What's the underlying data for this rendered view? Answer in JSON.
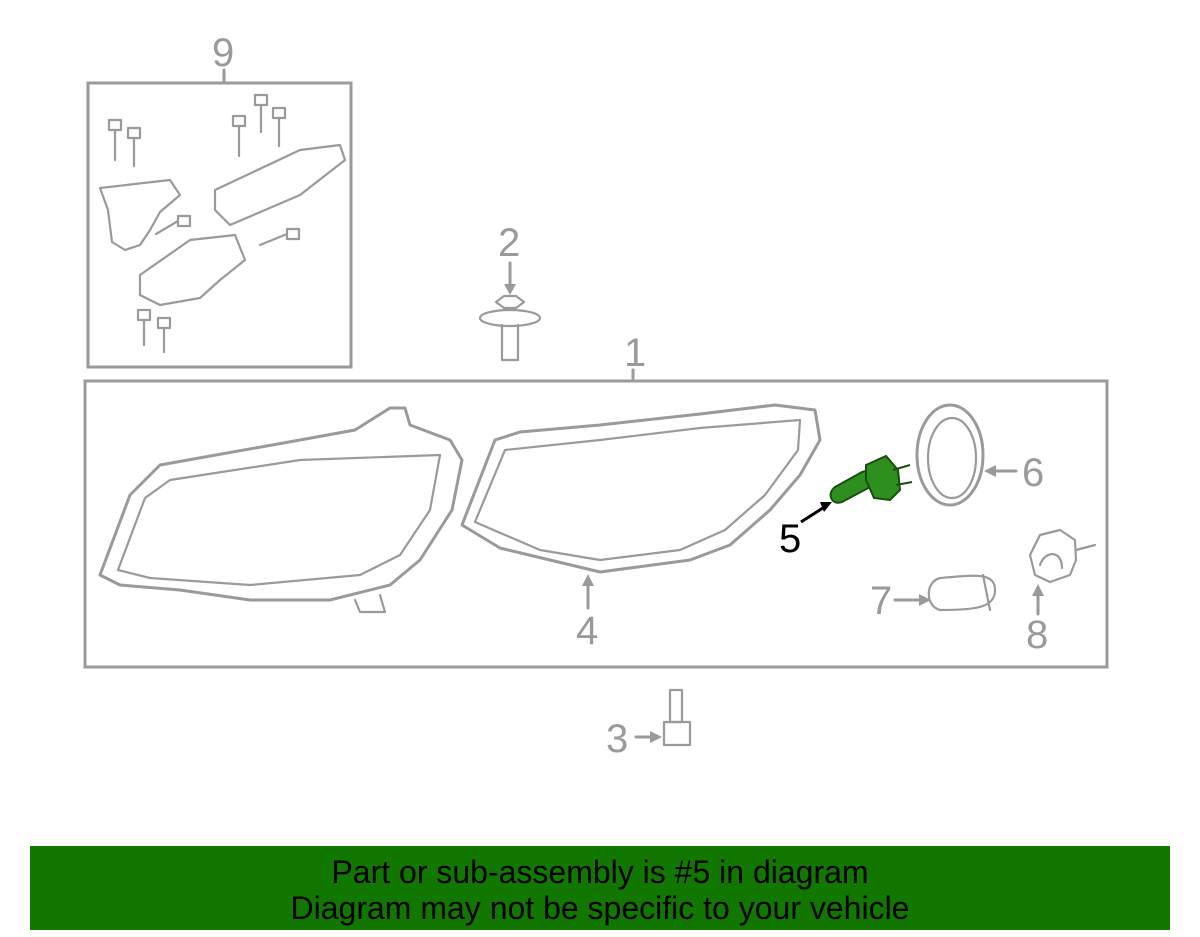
{
  "diagram": {
    "callouts": {
      "c1": "1",
      "c2": "2",
      "c3": "3",
      "c4": "4",
      "c5": "5",
      "c6": "6",
      "c7": "7",
      "c8": "8",
      "c9": "9"
    },
    "highlighted_part": "5",
    "colors": {
      "line": "#9a9a9a",
      "highlight": "#2f8f1e",
      "banner": "#117700"
    }
  },
  "banner": {
    "line1": "Part or sub-assembly is #5 in diagram",
    "line2": "Diagram may not be specific to your vehicle"
  }
}
